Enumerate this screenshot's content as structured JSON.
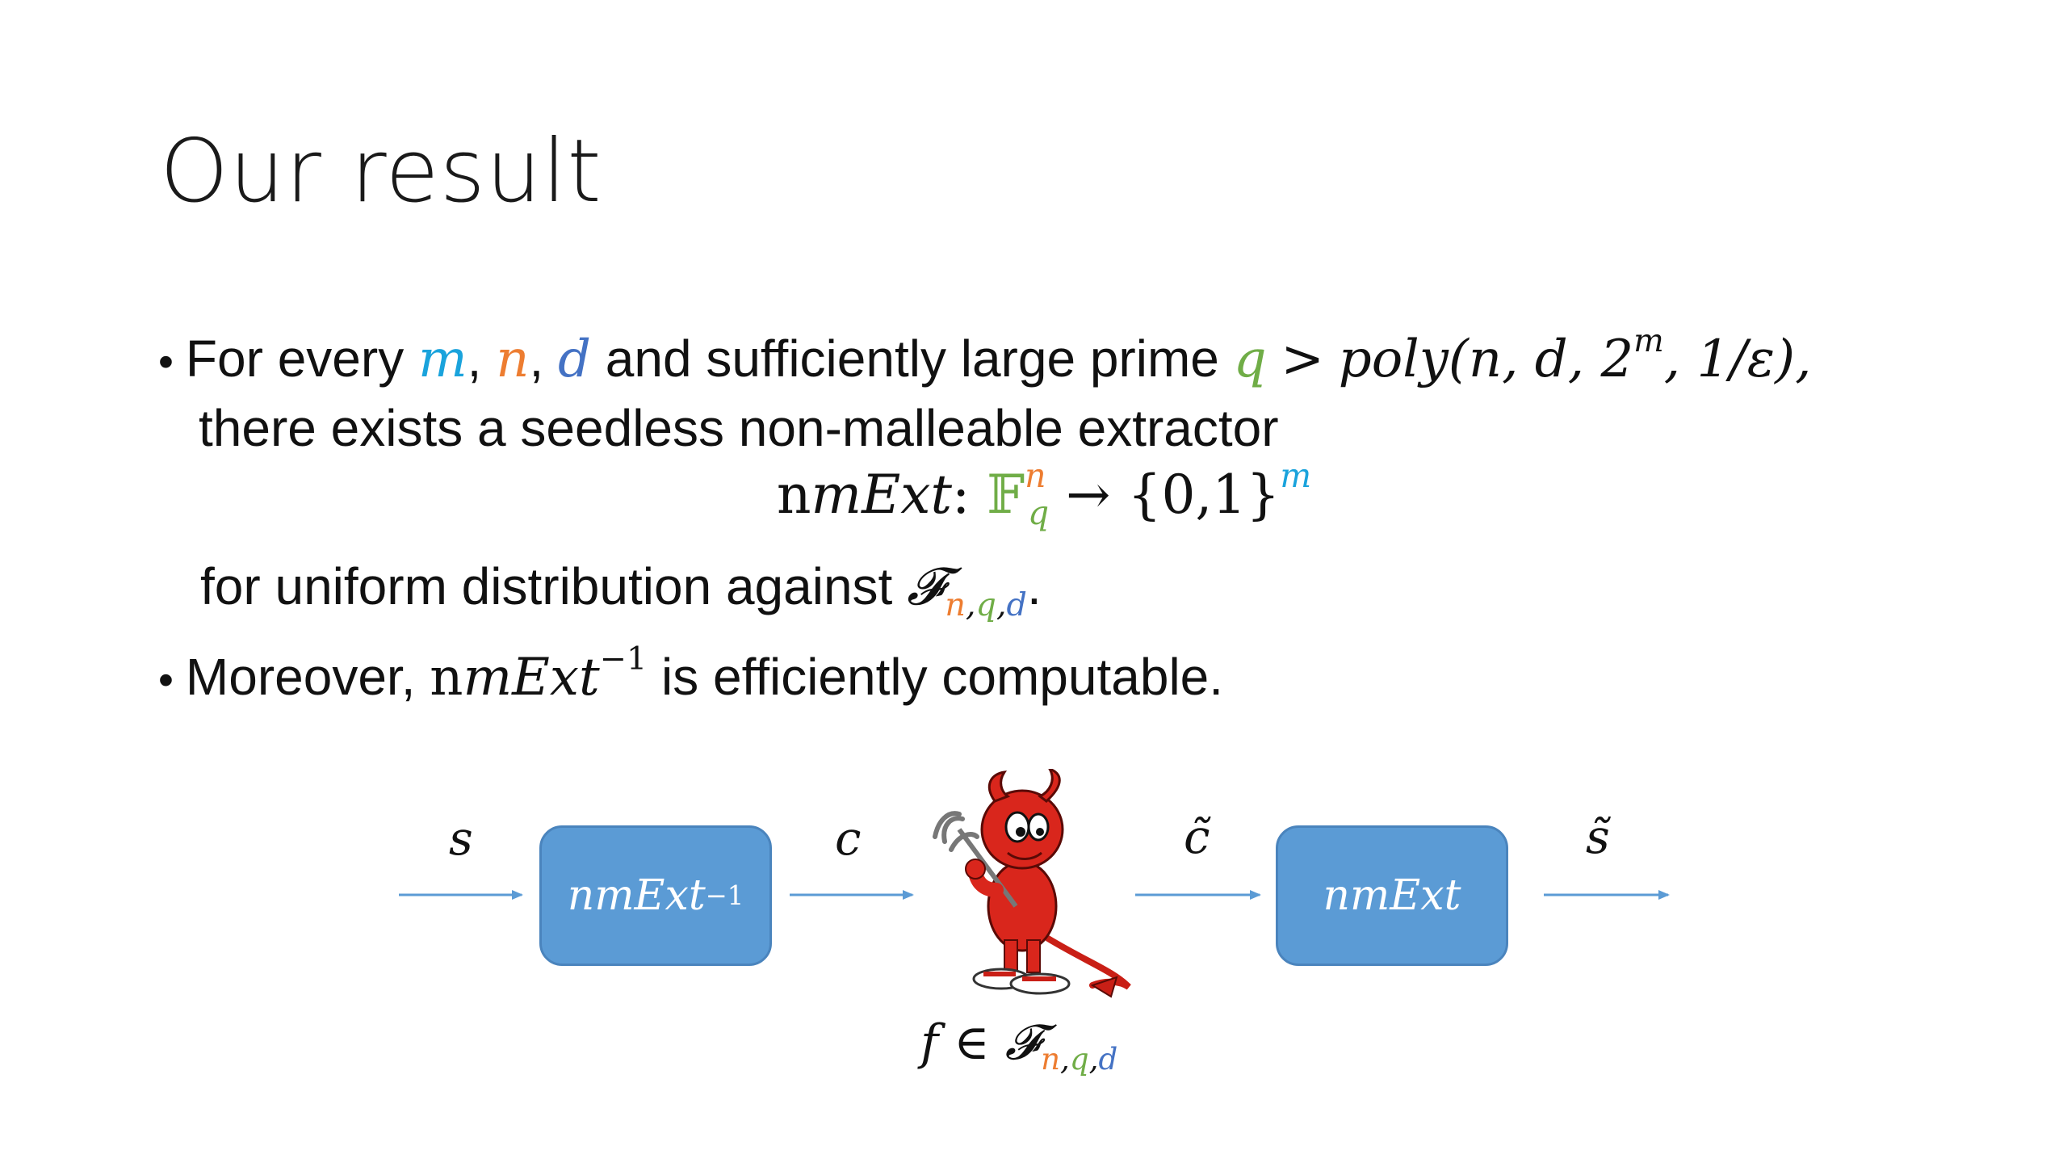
{
  "title": "Our result",
  "bullets": [
    {
      "line1": {
        "text_for_every": "For every",
        "m": "m",
        "comma1": ",",
        "n": "n",
        "comma2": ",",
        "d": "d",
        "text_and": "and sufficiently large prime",
        "q": "q",
        "gt": ">",
        "poly": "poly",
        "args_open": "(n, d, 2",
        "args_exp": "m",
        "args_close": ", 1/ε),"
      },
      "line2": "there exists a seedless non-malleable extractor",
      "formula": {
        "name": "nmExt",
        "colon": ":",
        "field": "𝔽",
        "field_sup": "n",
        "field_sub": "q",
        "arrow": "→",
        "codomain": "{0,1}",
        "codomain_sup": "m"
      },
      "line4": {
        "text": "for uniform distribution against",
        "family": "𝓕",
        "sub_n": "n",
        "sub_c1": ",",
        "sub_q": "q",
        "sub_c2": ",",
        "sub_d": "d",
        "period": "."
      }
    },
    {
      "text_moreover": "Moreover,",
      "name": "nmExt",
      "exp": "−1",
      "text_rest": "is efficiently computable."
    }
  ],
  "diagram": {
    "s_label": "s",
    "box1_name": "nmExt",
    "box1_exp": "−1",
    "c_label": "c",
    "ctilde_label": "c̃",
    "box2_name": "nmExt",
    "stilde_label": "s̃",
    "f_label": {
      "f": "f",
      "in": "∈",
      "family": "𝓕",
      "sub_n": "n",
      "sub_c1": ",",
      "sub_q": "q",
      "sub_c2": ",",
      "sub_d": "d"
    }
  },
  "colors": {
    "m": "#1aa3dc",
    "n": "#ed7d31",
    "d": "#4472c4",
    "q": "#70ad47",
    "box_fill": "#5b9bd5",
    "arrow": "#5b9bd5",
    "devil": "#d9261c"
  }
}
